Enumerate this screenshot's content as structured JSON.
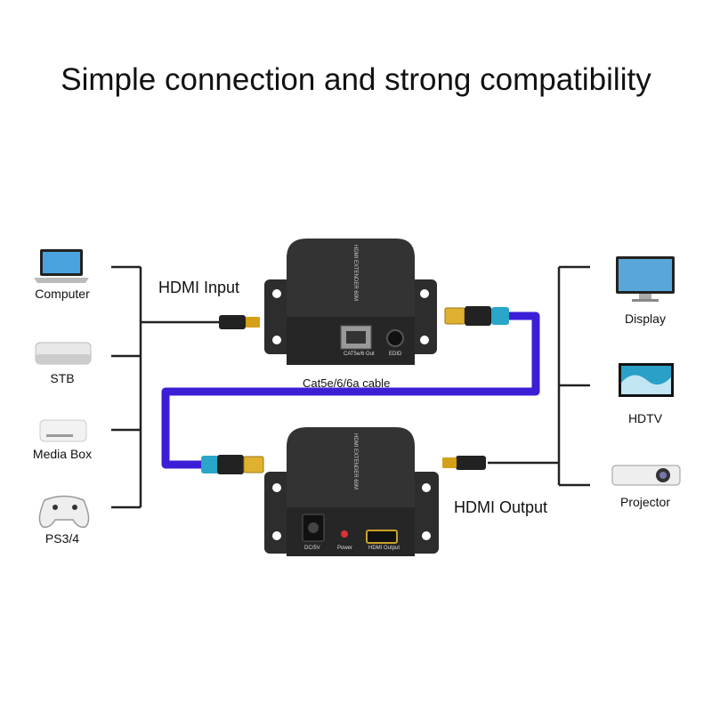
{
  "title": "Simple connection and strong compatibility",
  "sources": [
    "Computer",
    "STB",
    "Media Box",
    "PS3/4"
  ],
  "sinks": [
    "Display",
    "HDTV",
    "Projector"
  ],
  "hdmi_input_label": "HDMI Input",
  "hdmi_output_label": "HDMI Output",
  "cable_label": "Cat5e/6/6a cable",
  "transmitter": {
    "top_label": "HDMI EXTENDER 60M",
    "port1": "CAT5e/6 Out",
    "port2": "EDID"
  },
  "receiver": {
    "top_label": "HDMI EXTENDER 60M",
    "port1": "DC/5V",
    "port2": "Power",
    "port3": "HDMI Output"
  },
  "colors": {
    "cable": "#3b1fd6",
    "unit": "#2b2b2b",
    "connector": "#d4a017",
    "boot": "#2aa6c9"
  }
}
